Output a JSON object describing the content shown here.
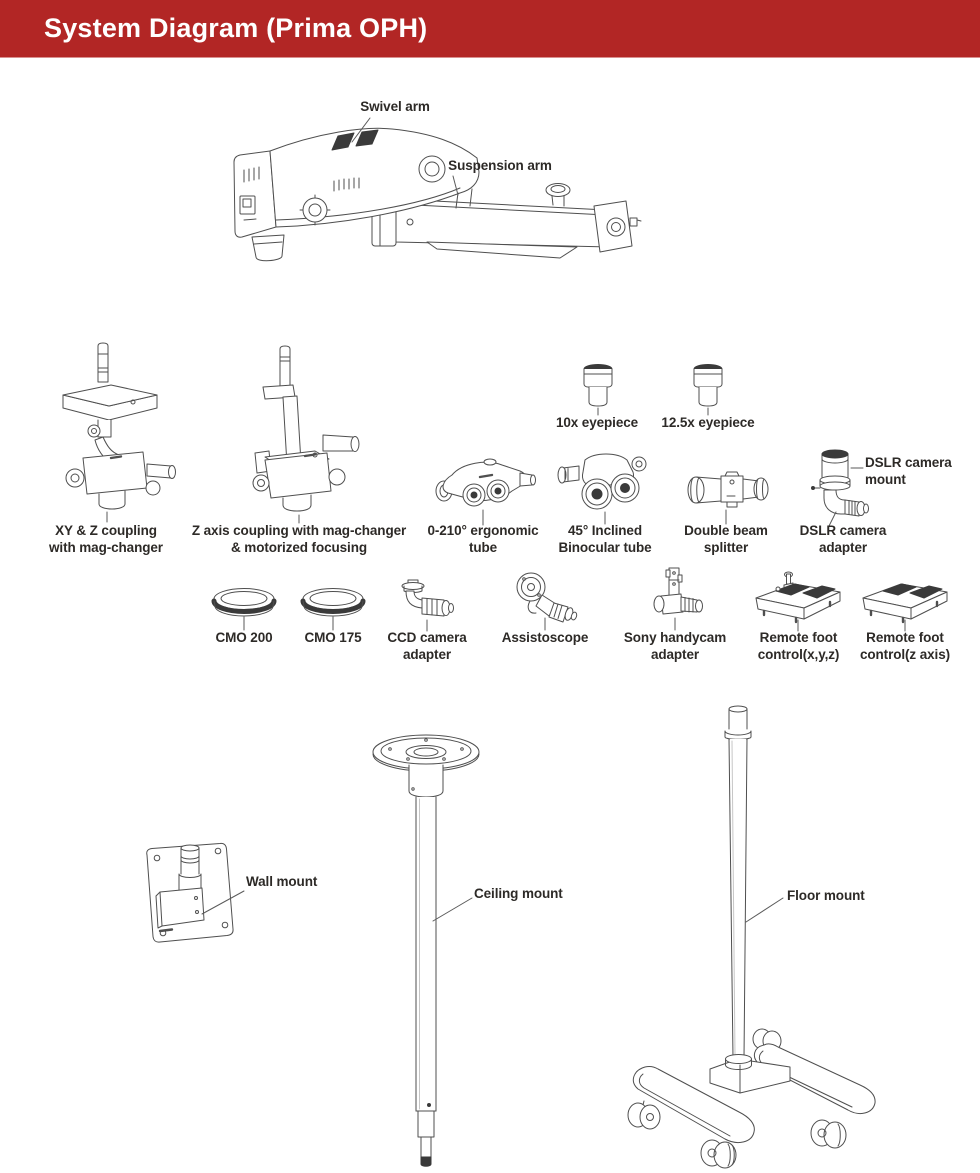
{
  "header": {
    "title": "System Diagram (Prima OPH)"
  },
  "colors": {
    "header_bg": "#b22625",
    "header_text": "#ffffff",
    "line_art": "#4f4f4f",
    "label_text": "#2d2a27",
    "dark_fill": "#3a3a3a"
  },
  "labels": {
    "swivel_arm": {
      "lines": [
        "Swivel arm"
      ]
    },
    "suspension_arm": {
      "lines": [
        "Suspension arm"
      ]
    },
    "xy_z_coupling": {
      "lines": [
        "XY & Z coupling",
        "with mag-changer"
      ]
    },
    "z_axis_coupling": {
      "lines": [
        "Z axis coupling with mag-changer",
        "& motorized focusing"
      ]
    },
    "eyepiece_10x": {
      "lines": [
        "10x eyepiece"
      ]
    },
    "eyepiece_12_5x": {
      "lines": [
        "12.5x eyepiece"
      ]
    },
    "ergonomic_tube": {
      "lines": [
        "0-210° ergonomic",
        "tube"
      ]
    },
    "binocular_tube": {
      "lines": [
        "45° Inclined",
        "Binocular tube"
      ]
    },
    "beam_splitter": {
      "lines": [
        "Double beam",
        "splitter"
      ]
    },
    "dslr_mount": {
      "lines": [
        "DSLR camera",
        "mount"
      ]
    },
    "dslr_adapter": {
      "lines": [
        "DSLR camera",
        "adapter"
      ]
    },
    "cmo_200": {
      "lines": [
        "CMO 200"
      ]
    },
    "cmo_175": {
      "lines": [
        "CMO 175"
      ]
    },
    "ccd_adapter": {
      "lines": [
        "CCD camera",
        "adapter"
      ]
    },
    "assistoscope": {
      "lines": [
        "Assistoscope"
      ]
    },
    "sony_adapter": {
      "lines": [
        "Sony handycam",
        "adapter"
      ]
    },
    "foot_xyz": {
      "lines": [
        "Remote foot",
        "control(x,y,z)"
      ]
    },
    "foot_z": {
      "lines": [
        "Remote foot",
        "control(z axis)"
      ]
    },
    "wall_mount": {
      "lines": [
        "Wall mount"
      ]
    },
    "ceiling_mount": {
      "lines": [
        "Ceiling mount"
      ]
    },
    "floor_mount": {
      "lines": [
        "Floor mount"
      ]
    }
  }
}
